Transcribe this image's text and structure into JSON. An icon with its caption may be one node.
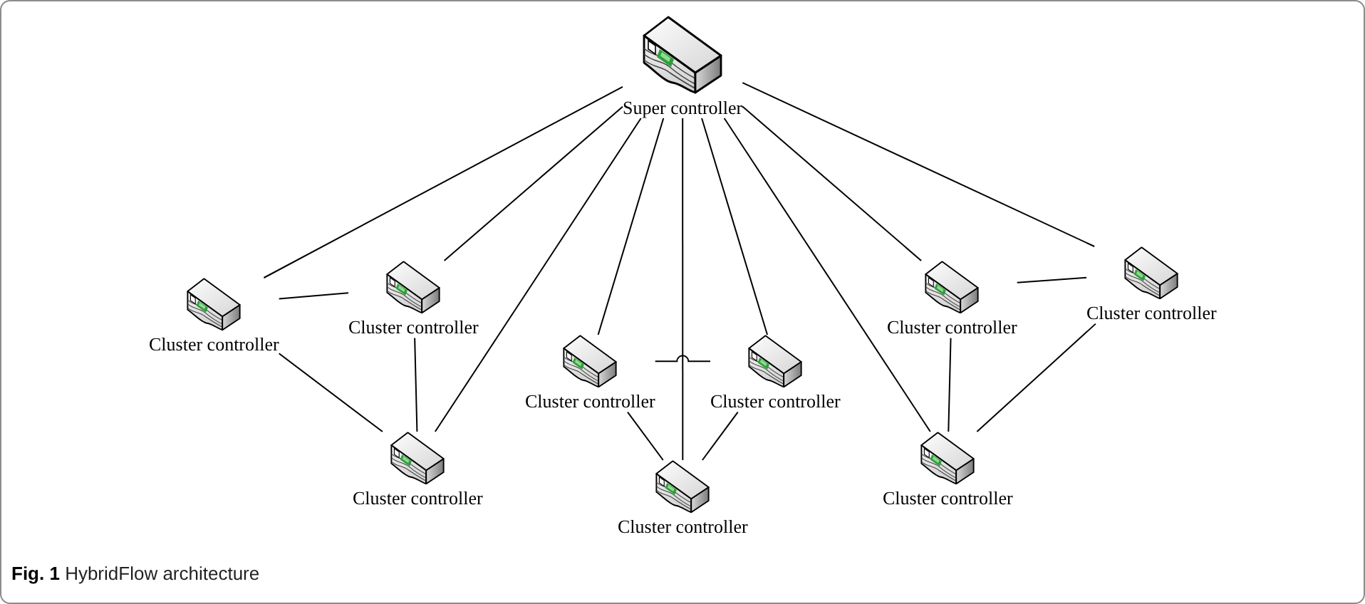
{
  "diagram": {
    "caption": "**Fig. 1** HybridFlow architecture",
    "nodes": [
      {
        "text": [
          "Super controller"
        ]
      },
      {
        "text": [
          "Cluster controller"
        ]
      },
      {
        "text": [
          "Cluster controller"
        ]
      },
      {
        "text": [
          "Cluster controller"
        ]
      },
      {
        "text": [
          "Cluster controller"
        ]
      },
      {
        "text": [
          "Cluster controller"
        ]
      },
      {
        "text": [
          "Cluster controller"
        ]
      },
      {
        "text": [
          "Cluster controller"
        ]
      },
      {
        "text": [
          "Cluster controller"
        ]
      },
      {
        "text": [
          "Cluster controller"
        ]
      }
    ],
    "edges": [
      {
        "from": 0,
        "to": 1,
        "arrow": "none"
      },
      {
        "from": 0,
        "to": 2,
        "arrow": "none"
      },
      {
        "from": 0,
        "to": 3,
        "arrow": "none"
      },
      {
        "from": 0,
        "to": 4,
        "arrow": "none"
      },
      {
        "from": 0,
        "to": 5,
        "arrow": "none"
      },
      {
        "from": 0,
        "to": 6,
        "arrow": "none"
      },
      {
        "from": 0,
        "to": 7,
        "arrow": "none"
      },
      {
        "from": 0,
        "to": 8,
        "arrow": "none"
      },
      {
        "from": 0,
        "to": 9,
        "arrow": "none"
      },
      {
        "from": 1,
        "to": 2,
        "arrow": "none"
      },
      {
        "from": 1,
        "to": 3,
        "arrow": "none"
      },
      {
        "from": 2,
        "to": 3,
        "arrow": "none"
      },
      {
        "from": 4,
        "to": 5,
        "arrow": "none"
      },
      {
        "from": 4,
        "to": 6,
        "arrow": "none"
      },
      {
        "from": 5,
        "to": 6,
        "arrow": "none"
      },
      {
        "from": 7,
        "to": 8,
        "arrow": "none"
      },
      {
        "from": 7,
        "to": 9,
        "arrow": "none"
      },
      {
        "from": 8,
        "to": 9,
        "arrow": "none"
      }
    ]
  }
}
